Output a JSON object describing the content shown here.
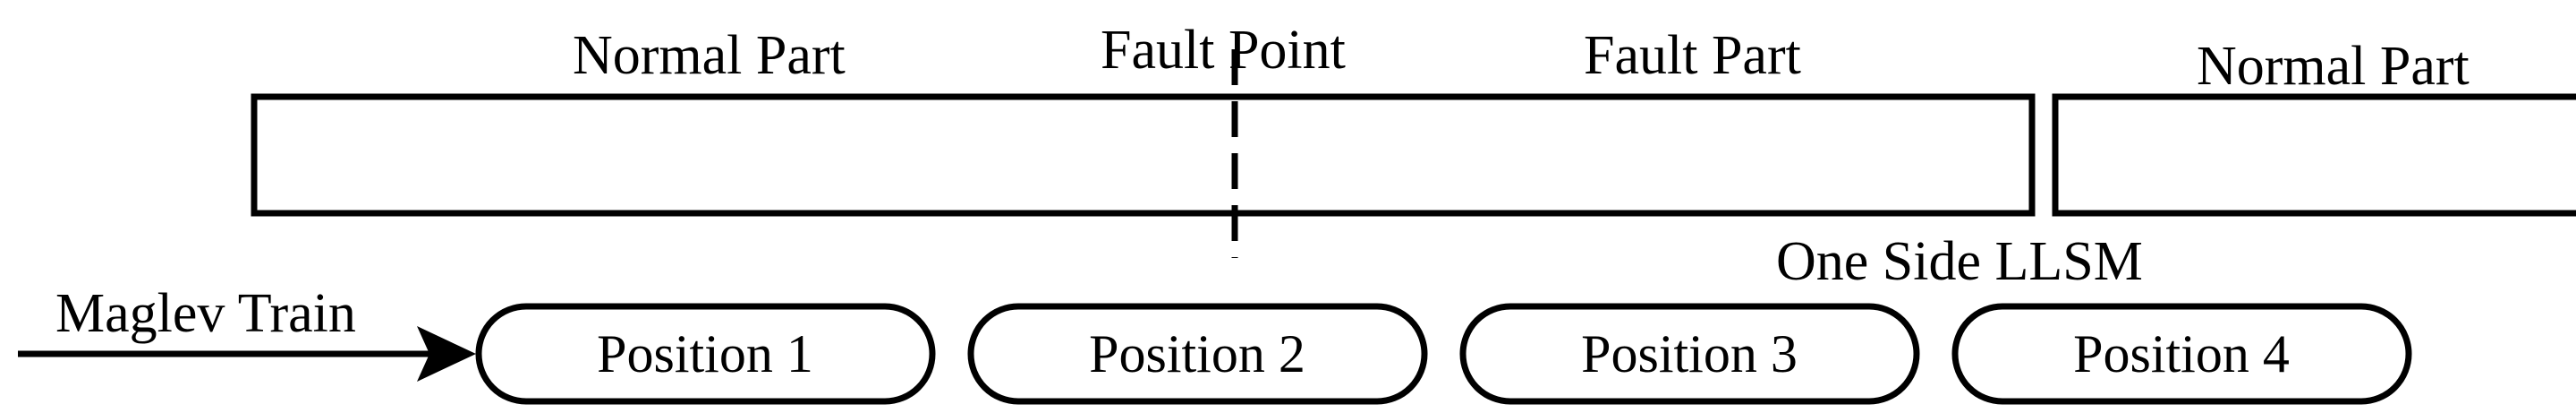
{
  "labels": {
    "normal_part_left": "Normal Part",
    "fault_point": "Fault Point",
    "fault_part": "Fault Part",
    "normal_part_right": "Normal Part",
    "one_side_llsm": "One Side LLSM",
    "maglev_train": "Maglev Train"
  },
  "positions": [
    {
      "label": "Position 1"
    },
    {
      "label": "Position 2"
    },
    {
      "label": "Position 3"
    },
    {
      "label": "Position 4"
    }
  ],
  "colors": {
    "stroke": "#000000",
    "background": "#ffffff"
  }
}
